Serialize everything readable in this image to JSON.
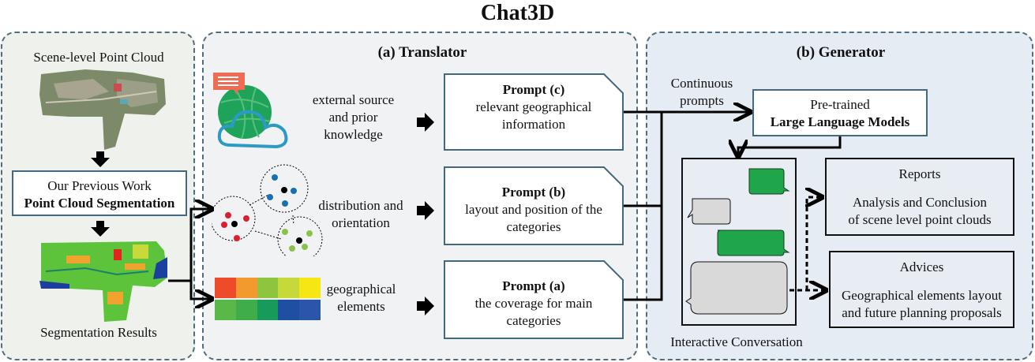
{
  "title": "Chat3D",
  "left_panel": {
    "input_label": "Scene-level Point Cloud",
    "segmentation_box": {
      "line1": "Our Previous Work",
      "line2": "Point Cloud Segmentation"
    },
    "output_label": "Segmentation Results"
  },
  "translator": {
    "header": "(a) Translator",
    "sources": [
      {
        "icon": "globe-cloud-icon",
        "line1": "external source",
        "line2": "and prior",
        "line3": "knowledge"
      },
      {
        "icon": "cluster-graph-icon",
        "line1": "distribution and",
        "line2": "orientation"
      },
      {
        "icon": "category-legend-icon",
        "line1": "geographical",
        "line2": "elements"
      }
    ],
    "prompts": [
      {
        "title": "Prompt (c)",
        "line1": "relevant geographical",
        "line2": "information"
      },
      {
        "title": "Prompt (b)",
        "line1": "layout and position of the",
        "line2": "categories"
      },
      {
        "title": "Prompt (a)",
        "line1": "the coverage for main",
        "line2": "categories"
      }
    ],
    "legend_colors": {
      "row1": [
        "#ee4b2b",
        "#f39a2e",
        "#8fc43f",
        "#c5d93a",
        "#f6e614"
      ],
      "row2": [
        "#59b847",
        "#3fae49",
        "#189a5a",
        "#1e4fa3",
        "#2a55a8"
      ]
    },
    "cluster_colors": {
      "red": "#d8202e",
      "blue": "#1a6fb0",
      "green": "#8bc34a",
      "center": "#000000"
    }
  },
  "generator": {
    "header": "(b) Generator",
    "continuous_label_line1": "Continuous",
    "continuous_label_line2": "prompts",
    "llm_box": {
      "line1": "Pre-trained",
      "line2": "Large Language Models"
    },
    "conversation_label": "Interactive Conversation",
    "bubble_colors": {
      "assistant": "#1fa64a",
      "user": "#d9d9d9"
    },
    "reports": {
      "title": "Reports",
      "line1": "Analysis and Conclusion",
      "line2": "of scene level point clouds"
    },
    "advices": {
      "title": "Advices",
      "line1": "Geographical elements layout",
      "line2": "and future planning proposals"
    }
  }
}
